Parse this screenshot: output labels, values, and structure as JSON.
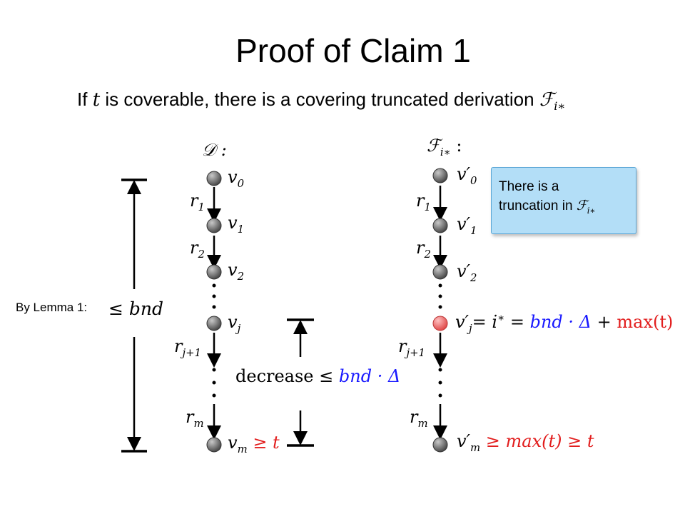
{
  "title": "Proof of Claim 1",
  "subtitle": {
    "prefix": "If",
    "var_t": "t",
    "middle": "is coverable, there is a covering truncated derivation",
    "F": "ℱ",
    "F_sub": "i∗"
  },
  "left_derivation": {
    "label": "𝒟 :",
    "nodes": [
      {
        "name": "v",
        "sub": "0",
        "extra": ""
      },
      {
        "name": "v",
        "sub": "1",
        "extra": ""
      },
      {
        "name": "v",
        "sub": "2",
        "extra": ""
      },
      {
        "name": "v",
        "sub": "j",
        "extra": ""
      },
      {
        "name": "v",
        "sub": "m",
        "extra": "≥ t"
      }
    ],
    "rules": [
      {
        "name": "r",
        "sub": "1"
      },
      {
        "name": "r",
        "sub": "2"
      },
      {
        "name": "r",
        "sub": "j+1"
      },
      {
        "name": "r",
        "sub": "m"
      }
    ]
  },
  "right_derivation": {
    "label_F": "ℱ",
    "label_sub": "i∗",
    "label_colon": ":",
    "nodes": [
      {
        "name": "v′",
        "sub": "0"
      },
      {
        "name": "v′",
        "sub": "1"
      },
      {
        "name": "v′",
        "sub": "2"
      },
      {
        "name": "v′",
        "sub": "j"
      },
      {
        "name": "v′",
        "sub": "m"
      }
    ],
    "vj_equation": {
      "eq1": "= i",
      "star": "∗",
      "eq2": "=",
      "blue_part": "bnd · Δ",
      "plus": "+",
      "red_part": "max(t)"
    },
    "vm_extra": "≥ max(t) ≥ t",
    "rules": [
      {
        "name": "r",
        "sub": "1"
      },
      {
        "name": "r",
        "sub": "2"
      },
      {
        "name": "r",
        "sub": "j+1"
      },
      {
        "name": "r",
        "sub": "m"
      }
    ]
  },
  "bound": {
    "lemma_label": "By Lemma 1:",
    "leq": "≤",
    "bnd": "bnd"
  },
  "decrease": {
    "word": "decrease",
    "leq": "≤",
    "expr": "bnd · Δ"
  },
  "callout": {
    "line1": "There is a",
    "line2": "truncation in",
    "F": "ℱ",
    "F_sub": "i∗"
  },
  "colors": {
    "node_gray": "#6e6e6e",
    "node_red": "#f06a6a",
    "blue": "#1a1aff",
    "red": "#e21d1d",
    "callout_bg": "#b3def7"
  }
}
